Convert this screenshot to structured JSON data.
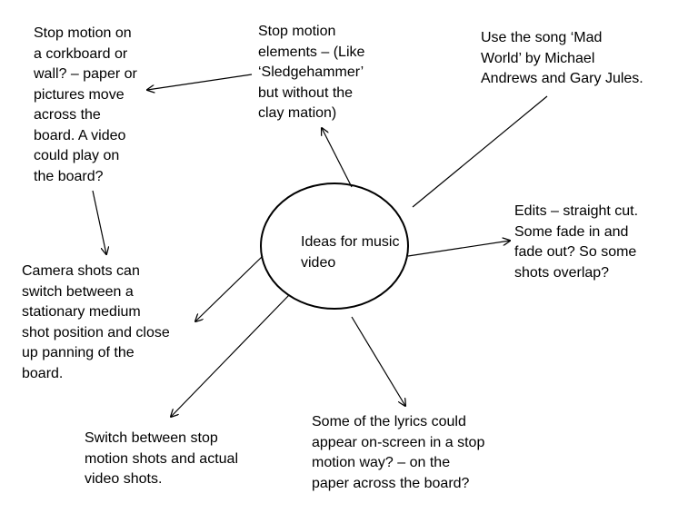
{
  "center": {
    "label": "Ideas for music\nvideo"
  },
  "ideas": [
    {
      "id": "corkboard",
      "text": "Stop motion on\na corkboard or\nwall? – paper or\npictures move\nacross the\nboard. A video\ncould play on\nthe board?"
    },
    {
      "id": "stop-motion-elements",
      "text": "Stop motion\nelements – (Like\n‘Sledgehammer’\nbut without the\nclay mation)"
    },
    {
      "id": "song",
      "text": "Use the song ‘Mad\nWorld’ by Michael\nAndrews and Gary Jules."
    },
    {
      "id": "edits",
      "text": "Edits – straight cut.\nSome fade in and\nfade out? So some\nshots overlap?"
    },
    {
      "id": "camera-shots",
      "text": "Camera shots can\nswitch between a\nstationary medium\nshot position and close\nup panning of the\nboard."
    },
    {
      "id": "switch-shots",
      "text": "Switch between stop\nmotion shots and actual\nvideo shots."
    },
    {
      "id": "lyrics",
      "text": "Some of the lyrics could\nappear on-screen in a stop\nmotion way? – on the\npaper across the board?"
    }
  ],
  "colors": {
    "stroke": "#000000",
    "text": "#000000",
    "background": "#ffffff"
  }
}
